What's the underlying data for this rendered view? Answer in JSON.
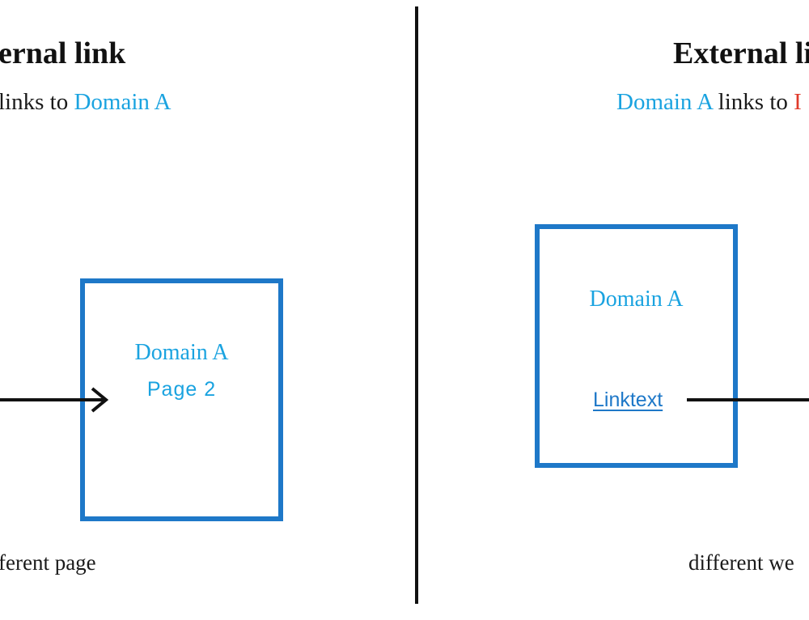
{
  "left_panel": {
    "title": "ernal link",
    "subtitle_prefix": "links to ",
    "subtitle_domain": "Domain A",
    "box_line1": "Domain A",
    "box_line2": "Page 2",
    "caption": "ferent page"
  },
  "right_panel": {
    "title": "External li",
    "subtitle_domain": "Domain A",
    "subtitle_mid": " links to ",
    "subtitle_clipped": "I",
    "box_line1": "Domain A",
    "link_text": "Linktext",
    "caption": "different we"
  },
  "colors": {
    "accent_blue": "#1aa3e0",
    "box_blue": "#1e78c8",
    "red": "#e03a2a",
    "text": "#111111"
  }
}
